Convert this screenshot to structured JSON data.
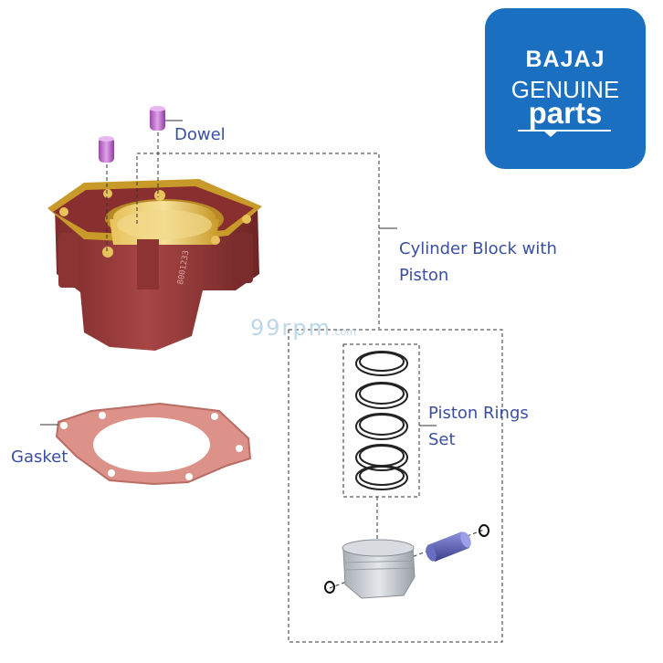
{
  "labels": {
    "dowel": "Dowel",
    "cylinder_line1": "Cylinder Block with",
    "cylinder_line2": "Piston",
    "rings_line1": "Piston Rings",
    "rings_line2": "Set",
    "gasket": "Gasket"
  },
  "badge": {
    "brand": "BAJAJ",
    "genuine": "GENUINE",
    "parts": "parts"
  },
  "watermark": {
    "main": "99rpm",
    "suffix": ".com"
  },
  "colors": {
    "label_text": "#3a4fa3",
    "badge_bg": "#1a6fc0",
    "cylinder_body": "#9b3a3a",
    "cylinder_top": "#c89a2a",
    "gasket": "#d98a82",
    "dowel": "#b865c8",
    "piston": "#c9cdd2",
    "pin": "#5b5fb5"
  }
}
